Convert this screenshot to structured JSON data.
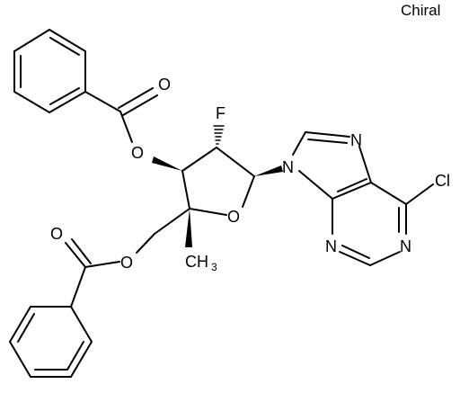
{
  "chiral_label": "Chiral",
  "atoms": {
    "o_ester1_carbonyl": "O",
    "o_ester1_link": "O",
    "fluorine": "F",
    "n7": "N",
    "n9": "N",
    "chlorine": "Cl",
    "o_ring": "O",
    "o_ester2_carbonyl": "O",
    "o_ester2_link": "O",
    "n3": "N",
    "n1": "N",
    "methyl_c": "CH",
    "methyl_sub": "3"
  }
}
